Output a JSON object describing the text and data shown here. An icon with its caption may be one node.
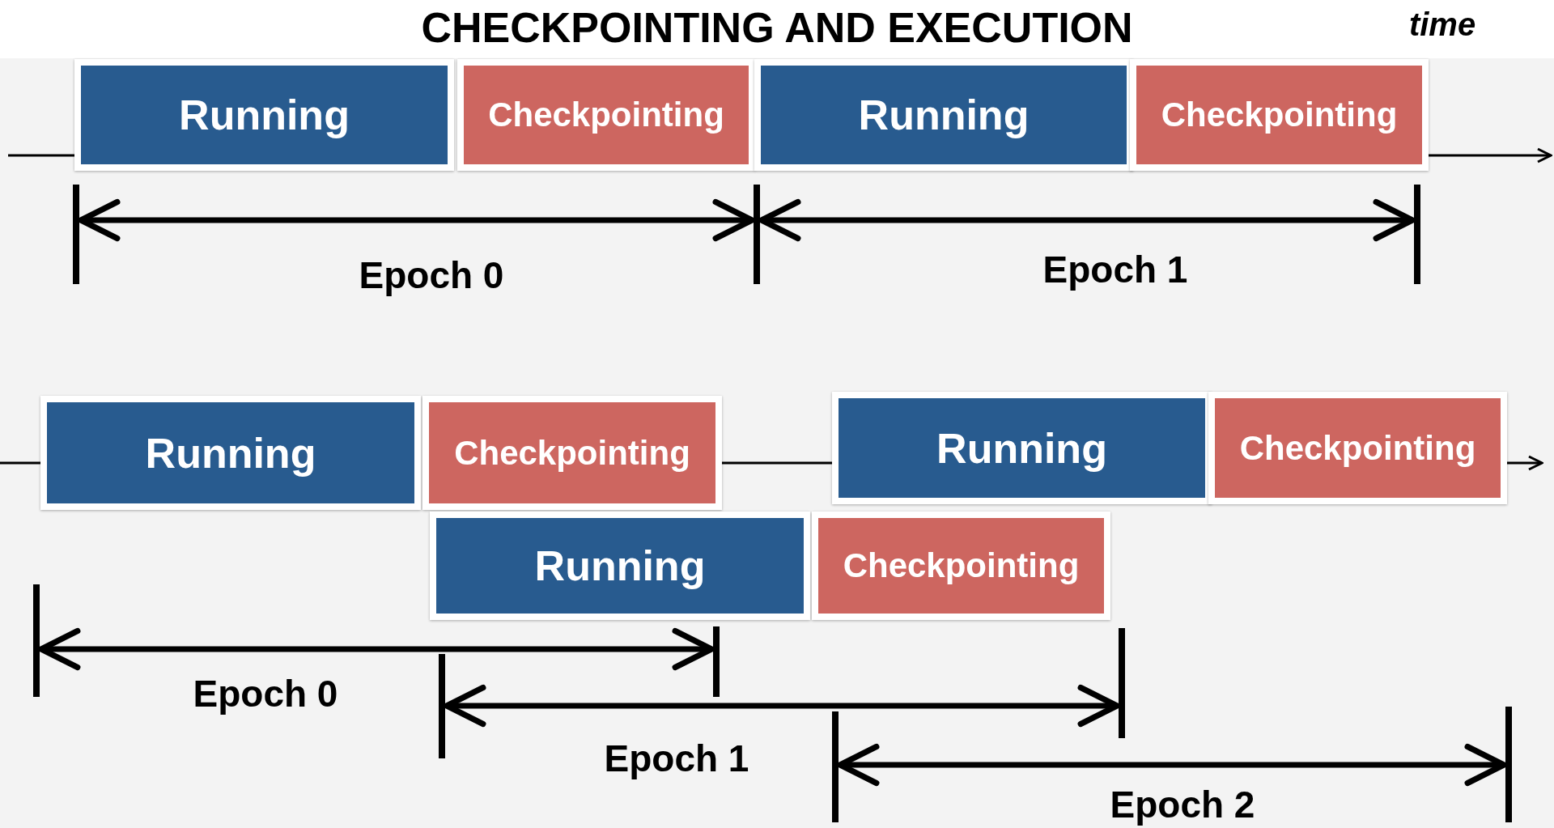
{
  "diagram": {
    "title": "CHECKPOINTING AND EXECUTION",
    "nodes": [
      {
        "text": [
          "Running"
        ]
      },
      {
        "text": [
          "Checkpointing"
        ]
      },
      {
        "text": [
          "Running"
        ]
      },
      {
        "text": [
          "Checkpointing"
        ]
      },
      {
        "text": [
          "Running"
        ]
      },
      {
        "text": [
          "Checkpointing"
        ]
      },
      {
        "text": [
          "Running"
        ]
      },
      {
        "text": [
          "Checkpointing"
        ]
      },
      {
        "text": [
          "Running"
        ]
      },
      {
        "text": [
          "Checkpointing"
        ]
      }
    ],
    "edges": [
      {
        "from": null,
        "to": 0,
        "arrow": "none"
      },
      {
        "from": 3,
        "to": null,
        "arrow": "to"
      },
      {
        "from": null,
        "to": 4,
        "arrow": "none"
      },
      {
        "from": 5,
        "to": 6,
        "arrow": "none"
      },
      {
        "from": 7,
        "to": null,
        "arrow": "to"
      }
    ],
    "labels": [
      "time",
      "Epoch 0",
      "Epoch 1",
      "Epoch 0",
      "Epoch 1",
      "Epoch 2"
    ]
  }
}
